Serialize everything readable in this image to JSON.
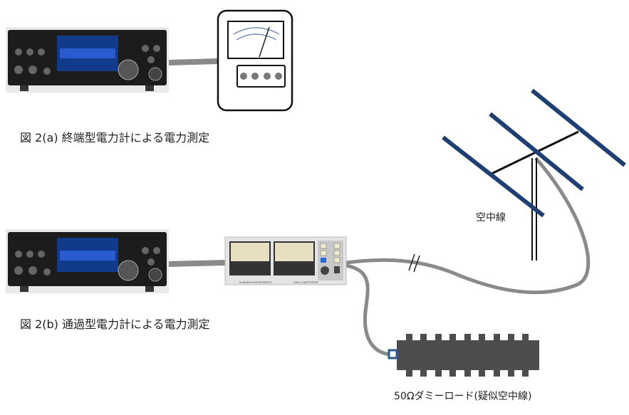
{
  "captions": {
    "fig_a": "図 2(a) 終端型電力計による電力測定",
    "fig_b": "図 2(b) 通過型電力計による電力測定",
    "antenna": "空中線",
    "dummy_load": "50Ωダミーロード(疑似空中線)"
  },
  "wattmeter": {
    "brand": "KURANISHI INSTRUMENTS",
    "model": "SWR & WATTMETER"
  },
  "colors": {
    "cable": "#8a8a8a",
    "antenna_element": "#1f3f73",
    "dummy_load": "#4d4d4d",
    "connector": "#2e5a8e"
  }
}
